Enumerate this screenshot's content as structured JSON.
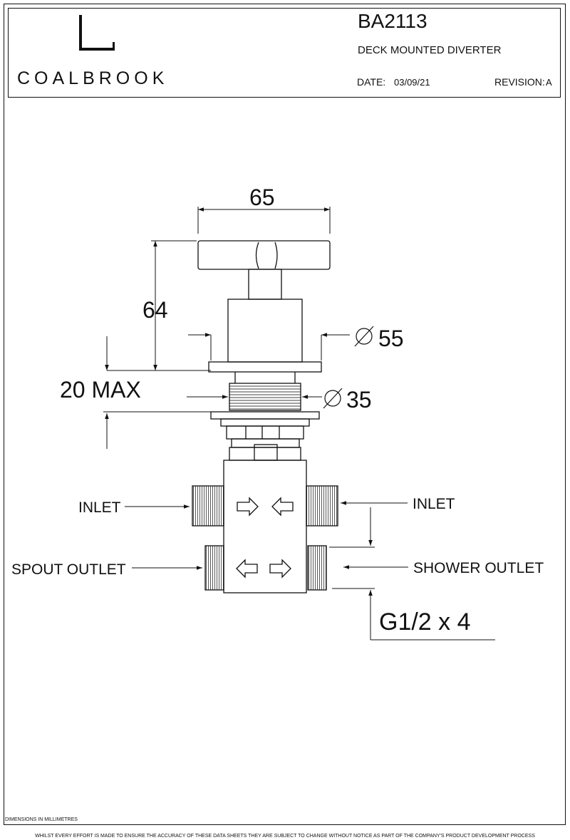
{
  "header": {
    "brand": "COALBROOK",
    "model": "BA2113",
    "description": "DECK MOUNTED DIVERTER",
    "date_label": "DATE:",
    "date_value": "03/09/21",
    "revision_label": "REVISION:",
    "revision_value": "A"
  },
  "dimensions": {
    "width": "65",
    "height": "64",
    "body_diameter": "Ø 55",
    "body_diameter_value": "55",
    "thread_diameter_value": "35",
    "max_deck": "20 MAX",
    "thread_spec": "G1/2 x 4"
  },
  "labels": {
    "inlet_left": "INLET",
    "inlet_right": "INLET",
    "spout_outlet": "SPOUT OUTLET",
    "shower_outlet": "SHOWER OUTLET"
  },
  "footer": {
    "units": "DIMENSIONS IN  MILLIMETRES",
    "disclaimer": "WHILST EVERY EFFORT IS MADE TO ENSURE THE ACCURACY OF THESE DATA SHEETS THEY ARE SUBJECT TO CHANGE WITHOUT NOTICE AS PART OF THE COMPANY'S PRODUCT DEVELOPMENT PROCESS"
  }
}
